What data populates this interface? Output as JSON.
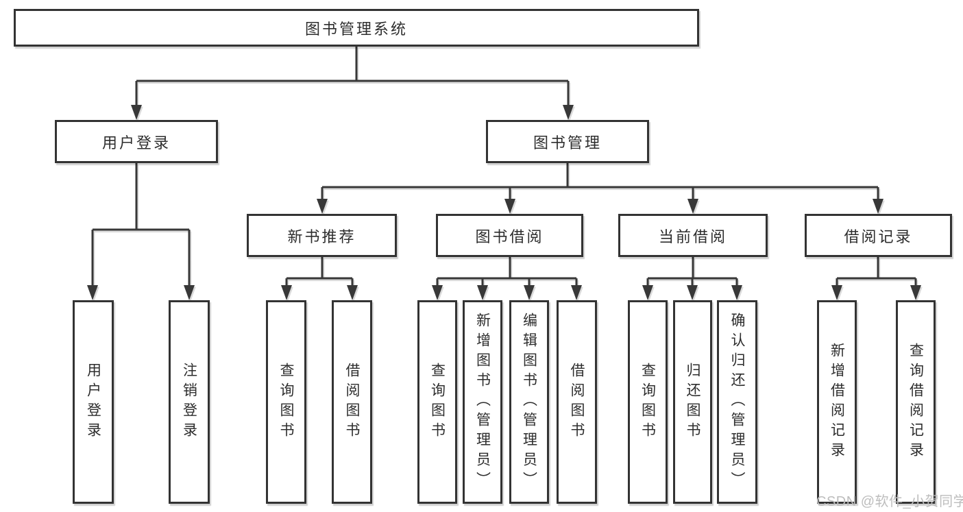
{
  "tree": {
    "root": {
      "label": "图书管理系统"
    },
    "branches": [
      {
        "label": "用户登录",
        "leaves": [
          {
            "label": "用户登录"
          },
          {
            "label": "注销登录"
          }
        ]
      },
      {
        "label": "图书管理",
        "sections": [
          {
            "label": "新书推荐",
            "leaves": [
              {
                "label": "查询图书"
              },
              {
                "label": "借阅图书"
              }
            ]
          },
          {
            "label": "图书借阅",
            "leaves": [
              {
                "label": "查询图书"
              },
              {
                "label": "新增图书（管理员）"
              },
              {
                "label": "编辑图书（管理员）"
              },
              {
                "label": "借阅图书"
              }
            ]
          },
          {
            "label": "当前借阅",
            "leaves": [
              {
                "label": "查询图书"
              },
              {
                "label": "归还图书"
              },
              {
                "label": "确认归还（管理员）"
              }
            ]
          },
          {
            "label": "借阅记录",
            "leaves": [
              {
                "label": "新增借阅记录"
              },
              {
                "label": "查询借阅记录"
              }
            ]
          }
        ]
      }
    ]
  },
  "watermark": {
    "text": "CSDN @软件_小贺同学"
  },
  "colors": {
    "line": "#383838",
    "line_shadow": "#bdbdbd",
    "box_border": "#333333",
    "text": "#2d2d2d",
    "watermark": "#bdbdbd",
    "background": "#ffffff"
  }
}
